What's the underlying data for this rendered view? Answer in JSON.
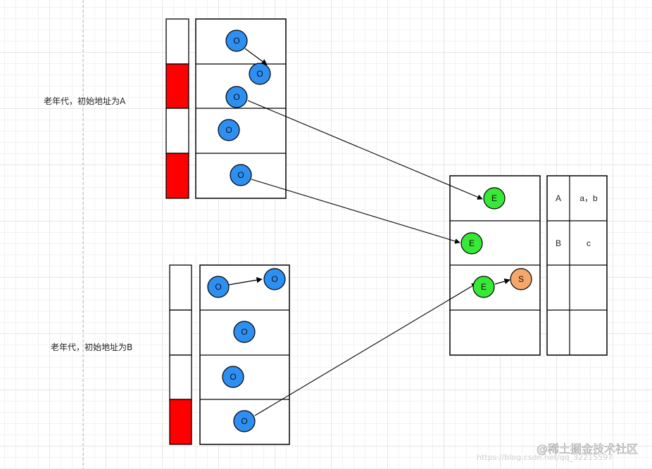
{
  "labels": {
    "region_a": "老年代，初始地址为A",
    "region_b": "老年代，初始地址为B"
  },
  "node_text": {
    "old": "O",
    "eden": "E",
    "survivor": "S"
  },
  "table": {
    "rows": [
      {
        "key": "A",
        "value": "a，b"
      },
      {
        "key": "B",
        "value": "c"
      },
      {
        "key": "",
        "value": ""
      },
      {
        "key": "",
        "value": ""
      }
    ]
  },
  "colors": {
    "old_node": "#2e8ff2",
    "eden_node": "#37e837",
    "survivor_node": "#f5a86a",
    "card_dirty": "#ff0000"
  },
  "watermark": {
    "text": "@稀土掘金技术社区",
    "faint": "https://blog.csdn.net/qq_32215597"
  }
}
